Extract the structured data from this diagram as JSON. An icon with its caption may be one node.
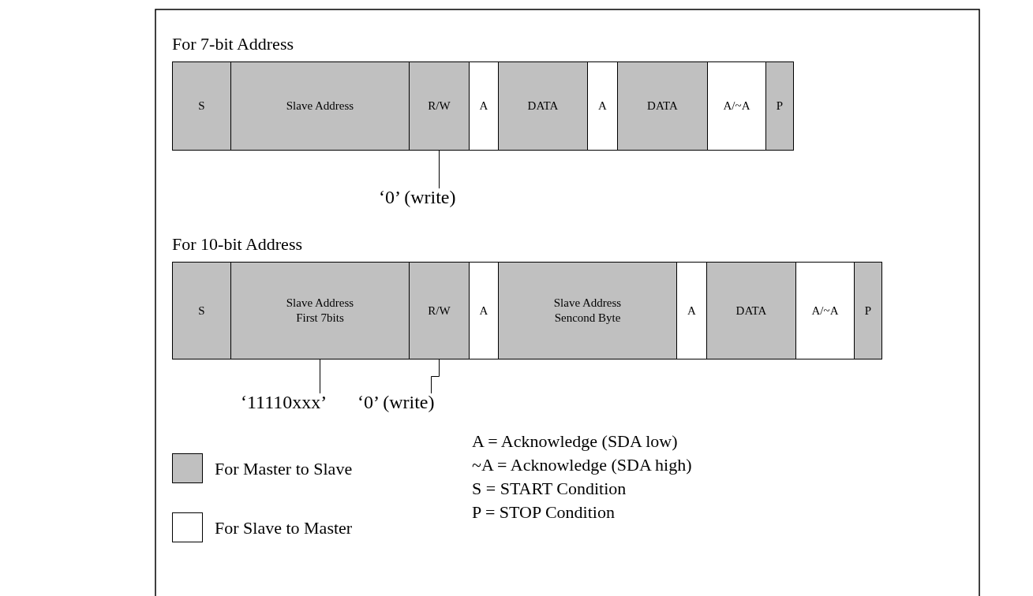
{
  "diagram": {
    "nodes": [
      {
        "text": [
          "S"
        ]
      },
      {
        "text": [
          "Slave Address"
        ]
      },
      {
        "text": [
          "R/W"
        ]
      },
      {
        "text": [
          "A"
        ]
      },
      {
        "text": [
          "DATA"
        ]
      },
      {
        "text": [
          "A"
        ]
      },
      {
        "text": [
          "DATA"
        ]
      },
      {
        "text": [
          "A/~A"
        ]
      },
      {
        "text": [
          "P"
        ]
      },
      {
        "text": [
          "‘0’ (write)"
        ]
      },
      {
        "text": [
          "S"
        ]
      },
      {
        "text": [
          "Slave Address First 7bits"
        ]
      },
      {
        "text": [
          "R/W"
        ]
      },
      {
        "text": [
          "A"
        ]
      },
      {
        "text": [
          "Slave Address Sencond Byte"
        ]
      },
      {
        "text": [
          "A"
        ]
      },
      {
        "text": [
          "DATA"
        ]
      },
      {
        "text": [
          "A/~A"
        ]
      },
      {
        "text": [
          "P"
        ]
      },
      {
        "text": [
          "‘11110xxx’"
        ]
      },
      {
        "text": [
          "‘0’ (write)"
        ]
      }
    ],
    "edges": [
      {
        "from": 9,
        "to": 2,
        "arrow": "none"
      },
      {
        "from": 19,
        "to": 11,
        "arrow": "none"
      },
      {
        "from": 20,
        "to": 12,
        "arrow": "none"
      }
    ],
    "labels": [
      "For 7-bit Address",
      "For 10-bit Address",
      "A = Acknowledge (SDA low)",
      "~A = Acknowledge (SDA high)",
      "S = START Condition",
      "P = STOP Condition"
    ],
    "legend": [
      {
        "text": "For Master to Slave",
        "color": "#c0c0c0"
      },
      {
        "text": "For Slave to Master",
        "color": "#ffffff"
      }
    ]
  }
}
